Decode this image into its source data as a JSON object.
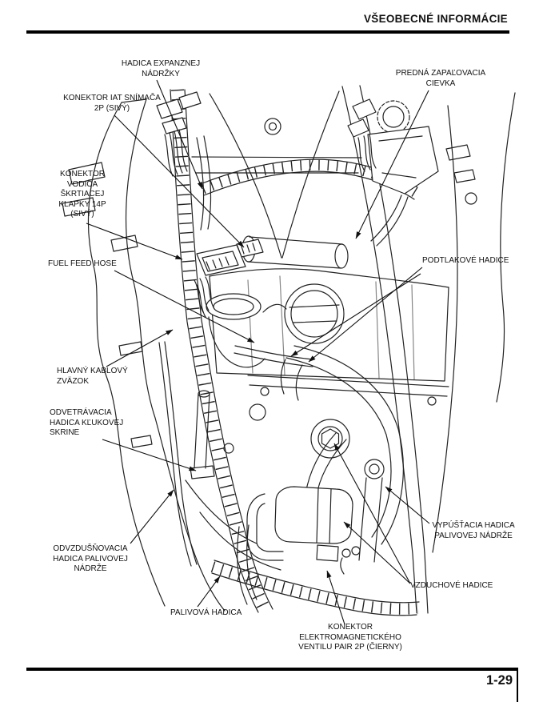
{
  "page": {
    "header": {
      "title": "VŠEOBECNÉ INFORMÁCIE"
    },
    "footer": {
      "page_number": "1-29"
    }
  },
  "diagram": {
    "description": "Engine top view with hose and connector callouts",
    "colors": {
      "ink": "#111111",
      "paper": "#ffffff"
    },
    "labels": {
      "expansion_tank_hose": {
        "text": "HADICA EXPANZNEJ\nNÁDRŽKY"
      },
      "iat_sensor_connector": {
        "text": "KONEKTOR IAT SNÍMAČA\n2P (SIVÝ)"
      },
      "front_ignition_coil": {
        "text": "PREDNÁ ZAPAĽOVACIA\nCIEVKA"
      },
      "throttle_wire_connector": {
        "text": "KONEKTOR\nVODIČA\nŠKRTIACEJ\nKLAPKY 14P\n(SIVÝ)"
      },
      "fuel_feed_hose": {
        "text": "FUEL FEED HOSE"
      },
      "vacuum_hoses": {
        "text": "PODTLAKOVÉ HADICE"
      },
      "main_wire_harness": {
        "text": "HLAVNÝ KABLOVÝ\nZVÄZOK"
      },
      "crankcase_breather_hose": {
        "text": "ODVETRÁVACIA\nHADICA KĽUKOVEJ\nSKRINE"
      },
      "fuel_tank_breather_hose": {
        "text": "ODVZDUŠŇOVACIA\nHADICA PALIVOVEJ\nNÁDRŽE"
      },
      "fuel_tank_drain_hose": {
        "text": "VYPÚŠŤACIA HADICA\nPALIVOVEJ NÁDRŽE"
      },
      "air_hoses": {
        "text": "VZDUCHOVÉ HADICE"
      },
      "fuel_hose": {
        "text": "PALIVOVÁ HADICA"
      },
      "pair_valve_connector": {
        "text": "KONEKTOR\nELEKTROMAGNETICKÉHO\nVENTILU PAIR 2P (ČIERNY)"
      }
    }
  }
}
